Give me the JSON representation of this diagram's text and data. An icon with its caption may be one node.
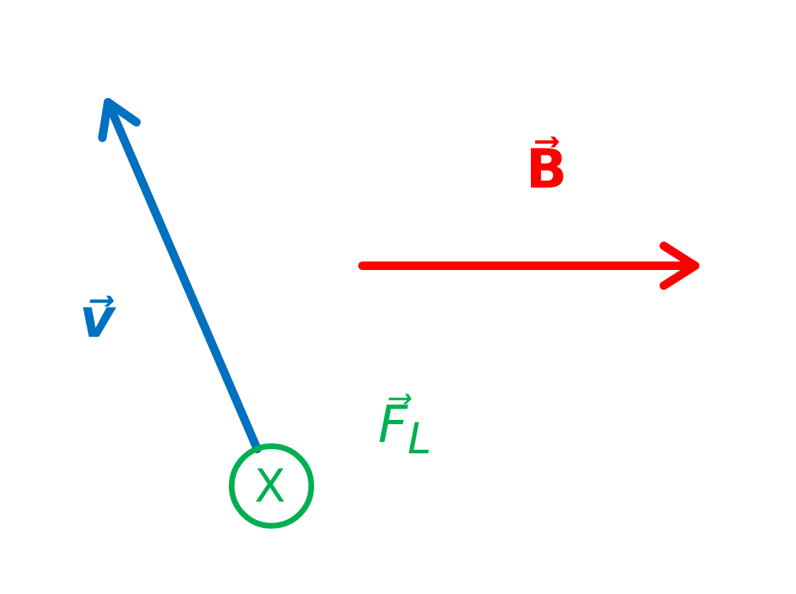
{
  "diagram": {
    "labels": [
      "B⃗",
      "v⃗",
      "F⃗$_{L}$",
      "X"
    ]
  }
}
